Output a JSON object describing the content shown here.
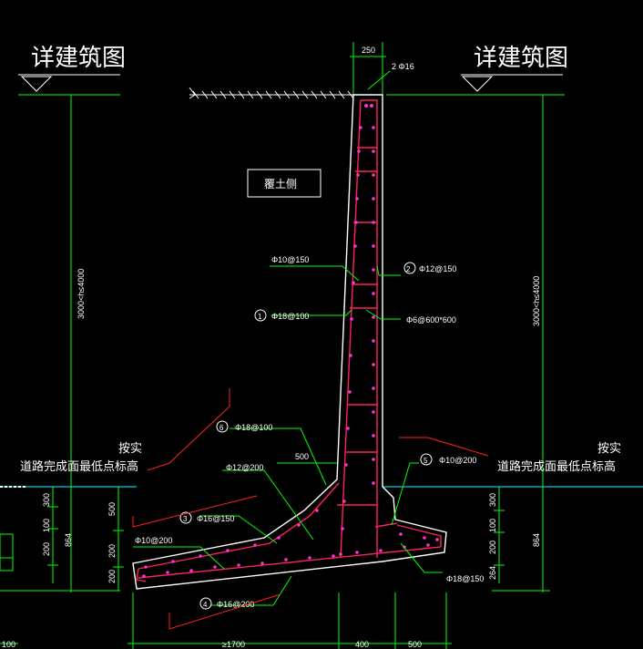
{
  "titles": {
    "left": "详建筑图",
    "right": "详建筑图"
  },
  "notes": {
    "left_line1": "按实",
    "left_line2": "道路完成面最低点标高",
    "right_line1": "按实",
    "right_line2": "道路完成面最低点标高"
  },
  "soil_box": "覆土侧",
  "rebar_labels": {
    "top_bars": "2 Φ16",
    "r10_150": "Φ10@150",
    "r1": "①",
    "r1_text": "Φ18@100",
    "r2": "②",
    "r2_text": "Φ12@150",
    "r6_600": "Φ6@600*600",
    "r6": "⑥",
    "r6_text": "Φ18@100",
    "r12_200": "Φ12@200",
    "r3": "③",
    "r3_text": "Φ16@150",
    "r10_200_left": "Φ10@200",
    "r5": "⑤",
    "r5_text": "Φ10@200",
    "r18_150": "Φ18@150",
    "r4": "④",
    "r4_text": "Φ16@200"
  },
  "dimensions": {
    "top_width": "250",
    "height_left": "3000<h≤4000",
    "height_right": "3000<h≤4000",
    "d500_mid": "500",
    "left_300": "300",
    "left_500": "500",
    "left_200a": "200",
    "left_200b": "200",
    "left_100": "100",
    "left_200c": "200",
    "left_864": "864",
    "right_300": "300",
    "right_100": "100",
    "right_200": "200",
    "right_264": "264",
    "right_864": "864",
    "bottom_1700": "≥1700",
    "bottom_400": "400",
    "bottom_500": "500",
    "bottom_100": "100"
  },
  "colors": {
    "background": "#000000",
    "outline": "#ffffff",
    "dimension": "#00ff00",
    "rebar": "#ff2060",
    "leader": "#00ff00",
    "callout": "#ff2020",
    "ground": "#00ffff"
  }
}
